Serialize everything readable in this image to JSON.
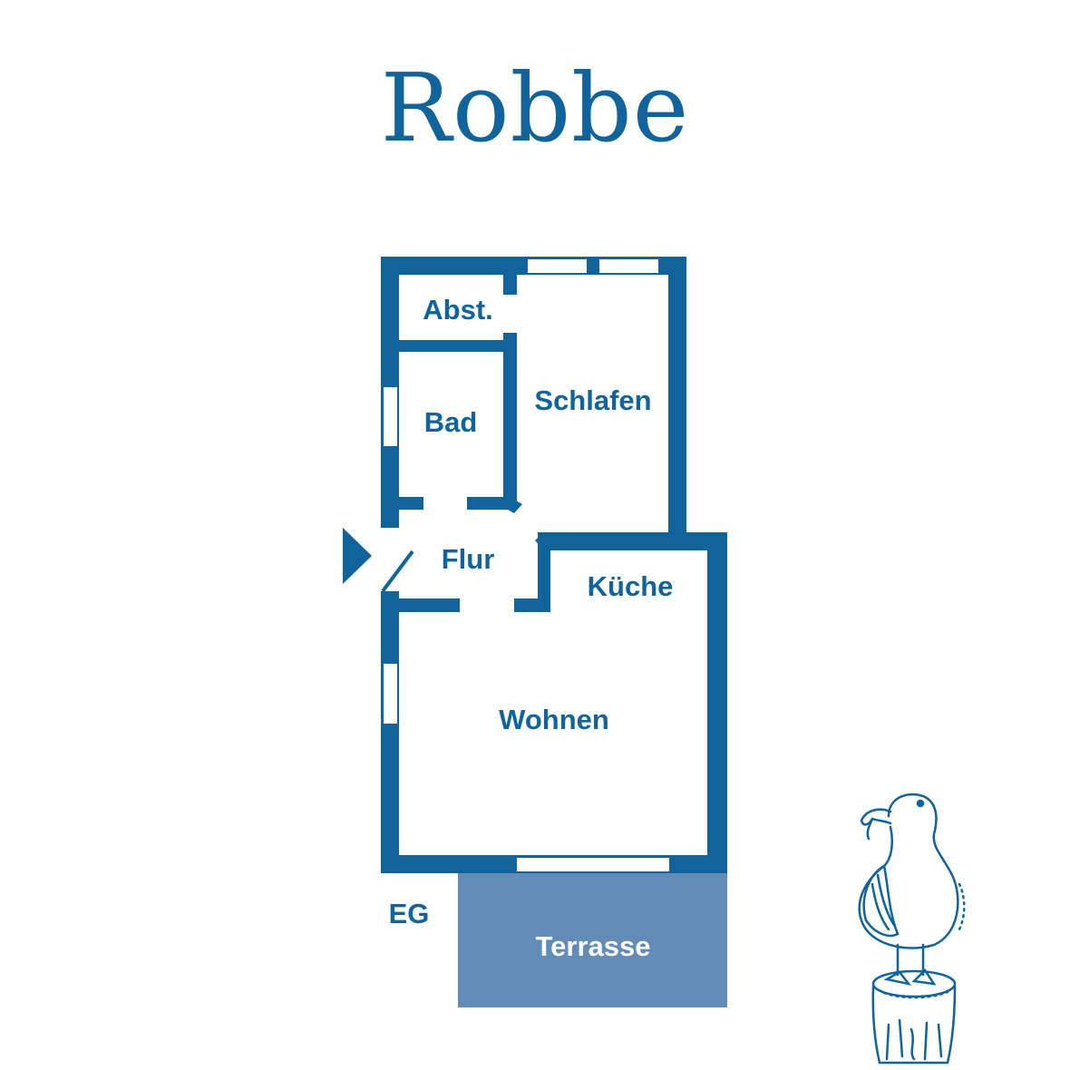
{
  "title": "Robbe",
  "floor_label": "EG",
  "rooms": {
    "storage": "Abst.",
    "bath": "Bad",
    "bedroom": "Schlafen",
    "hall": "Flur",
    "kitchen": "Küche",
    "living": "Wohnen",
    "terrace": "Terrasse"
  },
  "colors": {
    "wall": "#10649b",
    "terrace": "#628bb7"
  }
}
